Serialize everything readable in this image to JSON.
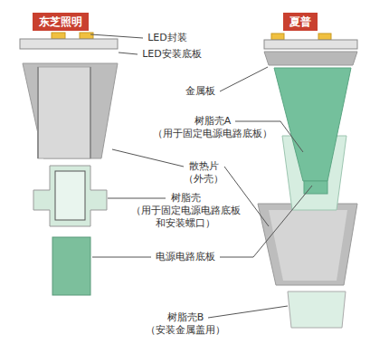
{
  "diagram": {
    "nodes": [
      {
        "text": [
          "东芝照明"
        ]
      },
      {
        "text": [
          "夏普"
        ]
      }
    ],
    "labels": [
      "LED封装",
      "LED安装底板",
      "金属板",
      "树脂壳A （用于固定电源电路底板）",
      "散热片 （外壳）",
      "树脂壳 （用于固定电源电路底板 和安装螺口）",
      "电源电路底板",
      "树脂壳B （安装金属盖用）"
    ]
  }
}
